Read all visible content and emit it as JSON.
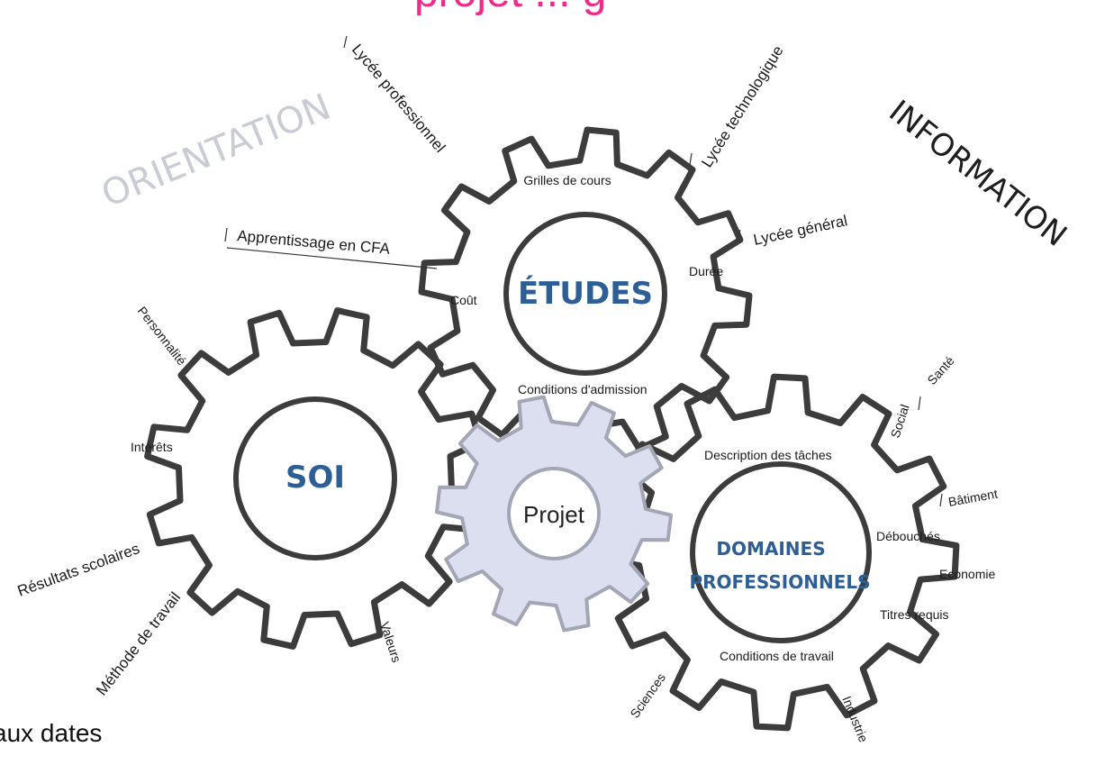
{
  "header": {
    "partial_title": "projet ... g"
  },
  "footer": {
    "partial_text": "aux dates"
  },
  "side_words": {
    "left": "ORIENTATION",
    "right": "INFORMATION"
  },
  "gears": {
    "etudes": {
      "hub_label": "ÉTUDES",
      "inner_labels": [
        "Grilles de cours",
        "Durée",
        "Conditions d'admission",
        "Coût"
      ],
      "outer_labels": [
        "Lycée professionnel",
        "Lycée technologique",
        "Lycée général",
        "Apprentissage en CFA"
      ]
    },
    "soi": {
      "hub_label": "SOI",
      "outer_labels": [
        "Personnalité",
        "Intérêts",
        "Résultats scolaires",
        "Méthode de travail",
        "Valeurs"
      ]
    },
    "projet": {
      "hub_label": "Projet"
    },
    "domaines": {
      "hub_label_line1": "DOMAINES",
      "hub_label_line2": "PROFESSIONNELS",
      "inner_labels": [
        "Description des tâches",
        "Débouchés",
        "Titres requis",
        "Conditions de travail"
      ],
      "outer_labels": [
        "Social",
        "Santé",
        "Bâtiment",
        "Economie",
        "Industrie",
        "Sciences"
      ]
    }
  },
  "colors": {
    "gear_stroke": "#3c3c3c",
    "projet_fill": "#dcdff0",
    "projet_stroke": "#a3a6b4",
    "hub_text": "#2d5f96",
    "orientation_text": "#c9ccd4",
    "information_text": "#1e1e1e",
    "title_accent": "#ee2a8a"
  }
}
